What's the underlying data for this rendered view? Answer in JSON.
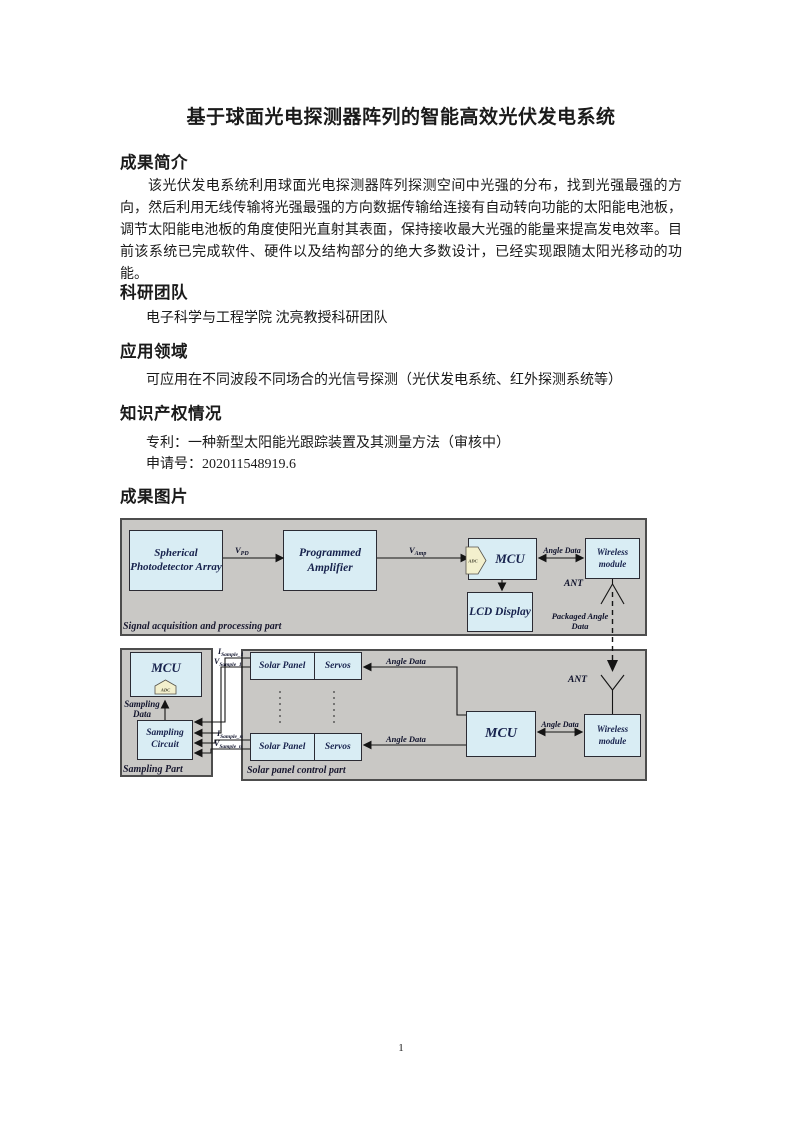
{
  "page": {
    "number": "1"
  },
  "doc": {
    "title": "基于球面光电探测器阵列的智能高效光伏发电系统",
    "overview": {
      "heading": "成果简介",
      "body": "该光伏发电系统利用球面光电探测器阵列探测空间中光强的分布，找到光强最强的方向，然后利用无线传输将光强最强的方向数据传输给连接有自动转向功能的太阳能电池板，调节太阳能电池板的角度使阳光直射其表面，保持接收最大光强的能量来提高发电效率。目前该系统已完成软件、硬件以及结构部分的绝大多数设计，已经实现跟随太阳光移动的功能。"
    },
    "team": {
      "heading": "科研团队",
      "body": "电子科学与工程学院 沈亮教授科研团队"
    },
    "application": {
      "heading": "应用领域",
      "body": "可应用在不同波段不同场合的光信号探测（光伏发电系统、红外探测系统等）"
    },
    "ip": {
      "heading": "知识产权情况",
      "patent": "专利：一种新型太阳能光跟踪装置及其测量方法（审核中）",
      "application_no": "申请号：202011548919.6"
    },
    "figure": {
      "heading": "成果图片"
    }
  },
  "diagram": {
    "captions": {
      "signal": "Signal acquisition and processing part",
      "sampling": "Sampling Part",
      "solar": "Solar panel control part"
    },
    "boxes": {
      "spherical_array": "Spherical Photodetector Array",
      "programmed_amplifier": "Programmed Amplifier",
      "mcu": "MCU",
      "wireless_module": "Wireless module",
      "lcd_display": "LCD Display",
      "solar_panel": "Solar Panel",
      "servos": "Servos",
      "sampling_circuit": "Sampling Circuit",
      "adc": "ADC"
    },
    "labels": {
      "v_pd": {
        "base": "V",
        "sub": "PD"
      },
      "v_amp": {
        "base": "V",
        "sub": "Amp"
      },
      "angle_data": "Angle Data",
      "ant": "ANT",
      "packaged_angle_data": "Packaged Angle Data",
      "sampling_data": "Sampling Data",
      "i_sample_1": {
        "base": "I",
        "sub": "Sample_1"
      },
      "v_sample_1": {
        "base": "V",
        "sub": "Sample_1"
      },
      "i_sample_n": {
        "base": "I",
        "sub": "Sample_n"
      },
      "v_sample_n": {
        "base": "V",
        "sub": "Sample_n"
      }
    },
    "colors": {
      "panel_bg": "#c9c8c5",
      "panel_border": "#4d4d4d",
      "box_bg": "#d9edf4",
      "box_border": "#2b2b33",
      "box_text": "#17224d",
      "adc_bg": "#f3f0cd",
      "wire": "#141414"
    }
  }
}
